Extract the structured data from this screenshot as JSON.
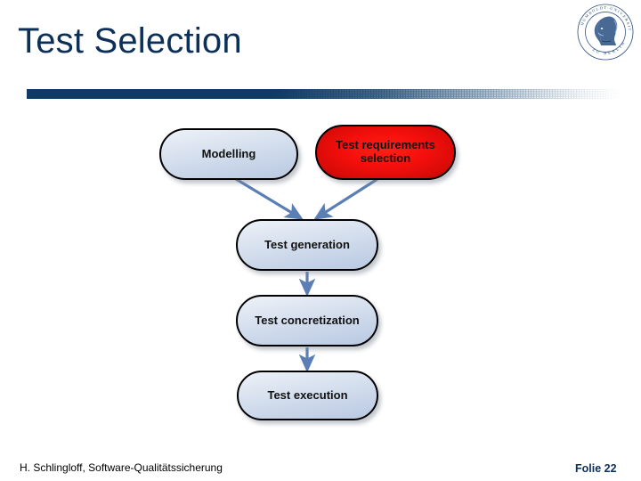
{
  "slide": {
    "title": "Test Selection"
  },
  "logo": {
    "name": "humboldt-university-seal",
    "ring_text_top": "HUMBOLDT-UNIVERSITÄT",
    "ring_text_bottom": "ZU BERLIN"
  },
  "diagram": {
    "type": "flowchart",
    "nodes": [
      {
        "id": "modelling",
        "label": "Modelling",
        "state": "normal"
      },
      {
        "id": "test-requirements",
        "label": "Test requirements selection",
        "state": "highlight"
      },
      {
        "id": "test-generation",
        "label": "Test generation",
        "state": "normal"
      },
      {
        "id": "test-concretization",
        "label": "Test concretization",
        "state": "normal"
      },
      {
        "id": "test-execution",
        "label": "Test execution",
        "state": "normal"
      }
    ],
    "edges": [
      {
        "from": "modelling",
        "to": "test-generation"
      },
      {
        "from": "test-requirements",
        "to": "test-generation"
      },
      {
        "from": "test-generation",
        "to": "test-concretization"
      },
      {
        "from": "test-concretization",
        "to": "test-execution"
      }
    ]
  },
  "footer": {
    "author": "H. Schlingloff, Software-Qualitätssicherung",
    "slide_number": "Folie 22"
  },
  "colors": {
    "title_navy": "#0d3058",
    "rule_navy": "#0e3a63",
    "node_blue": "#ccd8ea",
    "highlight_red": "#f50f0c",
    "arrow_blue": "#5b7fb5"
  }
}
